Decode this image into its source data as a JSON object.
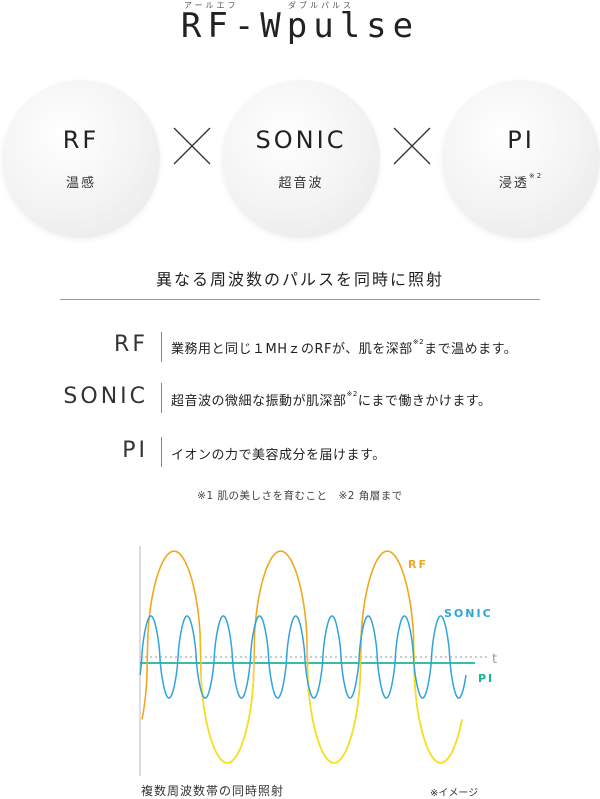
{
  "header": {
    "ruby_rf": "アールエフ",
    "ruby_wpulse": "ダブルパルス",
    "title": "RF-Wpulse"
  },
  "circles": [
    {
      "name": "RF",
      "subtitle": "温感",
      "note_mark": ""
    },
    {
      "name": "SONIC",
      "subtitle": "超音波",
      "note_mark": ""
    },
    {
      "name": "PI",
      "subtitle": "浸透",
      "note_mark": "※2"
    }
  ],
  "heading": "異なる周波数のパルスを同時に照射",
  "rows": [
    {
      "label": "RF",
      "text_before": "業務用と同じ１MHｚのRFが、肌を深部",
      "mark": "※2",
      "text_after": "まで温めます。"
    },
    {
      "label": "SONIC",
      "text_before": "超音波の微細な振動が肌深部",
      "mark": "※2",
      "text_after": "にまで働きかけます。"
    },
    {
      "label": "PI",
      "text_before": "イオンの力で美容成分を届けます。",
      "mark": "",
      "text_after": ""
    }
  ],
  "footnote": "※1 肌の美しさを育むこと　※2 角層まで",
  "chart_data": {
    "type": "line",
    "x_axis_label": "t",
    "series": [
      {
        "name": "RF",
        "color": "#f0a81e",
        "color2": "#f6e21a",
        "cycles": 3,
        "amplitude": 1.0
      },
      {
        "name": "SONIC",
        "color": "#2fa3de",
        "cycles": 9,
        "amplitude": 0.38
      },
      {
        "name": "PI",
        "color": "#1ab49a",
        "level": 0.0
      }
    ],
    "caption": "複数周波数帯の同時照射",
    "image_note": "※イメージ"
  },
  "colors": {
    "rf": "#f0a81e",
    "sonic": "#2fa3de",
    "pi": "#1ab49a"
  }
}
